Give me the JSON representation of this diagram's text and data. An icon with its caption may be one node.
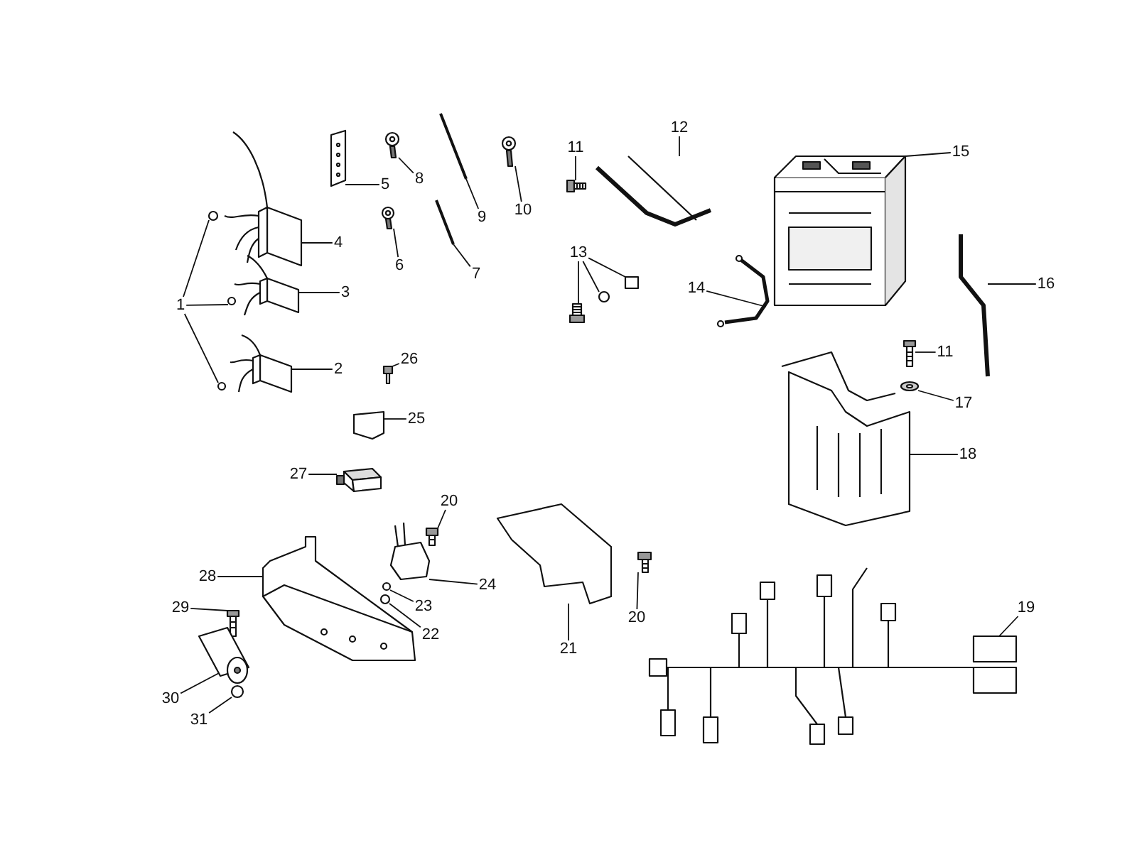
{
  "diagram": {
    "nodes": [
      {
        "text": [
          "1"
        ]
      },
      {
        "text": [
          "2"
        ]
      },
      {
        "text": [
          "3"
        ]
      },
      {
        "text": [
          "4"
        ]
      },
      {
        "text": [
          "5"
        ]
      },
      {
        "text": [
          "6"
        ]
      },
      {
        "text": [
          "7"
        ]
      },
      {
        "text": [
          "8"
        ]
      },
      {
        "text": [
          "9"
        ]
      },
      {
        "text": [
          "10"
        ]
      },
      {
        "text": [
          "11"
        ]
      },
      {
        "text": [
          "12"
        ]
      },
      {
        "text": [
          "13"
        ]
      },
      {
        "text": [
          "14"
        ]
      },
      {
        "text": [
          "15"
        ]
      },
      {
        "text": [
          "16"
        ]
      },
      {
        "text": [
          "11"
        ]
      },
      {
        "text": [
          "17"
        ]
      },
      {
        "text": [
          "18"
        ]
      },
      {
        "text": [
          "19"
        ]
      },
      {
        "text": [
          "20"
        ]
      },
      {
        "text": [
          "21"
        ]
      },
      {
        "text": [
          "20"
        ]
      },
      {
        "text": [
          "22"
        ]
      },
      {
        "text": [
          "23"
        ]
      },
      {
        "text": [
          "24"
        ]
      },
      {
        "text": [
          "25"
        ]
      },
      {
        "text": [
          "26"
        ]
      },
      {
        "text": [
          "27"
        ]
      },
      {
        "text": [
          "28"
        ]
      },
      {
        "text": [
          "29"
        ]
      },
      {
        "text": [
          "30"
        ]
      },
      {
        "text": [
          "31"
        ]
      },
      {
        "text": [],
        "shape": "circle"
      },
      {
        "text": [],
        "shape": "circle"
      },
      {
        "text": [],
        "shape": "circle"
      },
      {
        "text": [],
        "shape": "picture"
      },
      {
        "text": [],
        "shape": "picture"
      },
      {
        "text": [],
        "shape": "picture"
      },
      {
        "text": [],
        "shape": "picture"
      },
      {
        "text": [],
        "shape": "picture"
      },
      {
        "text": [],
        "shape": "picture"
      },
      {
        "text": [],
        "shape": "picture"
      },
      {
        "text": [],
        "shape": "picture"
      },
      {
        "text": [],
        "shape": "picture"
      },
      {
        "text": [],
        "shape": "picture"
      },
      {
        "text": [],
        "shape": "picture"
      },
      {
        "text": [],
        "shape": "picture"
      },
      {
        "text": [],
        "shape": "circle"
      },
      {
        "text": [],
        "shape": "box"
      },
      {
        "text": [],
        "shape": "picture"
      },
      {
        "text": [],
        "shape": "picture"
      },
      {
        "text": [],
        "shape": "picture"
      },
      {
        "text": [],
        "shape": "picture"
      },
      {
        "text": [],
        "shape": "picture"
      },
      {
        "text": [],
        "shape": "picture"
      },
      {
        "text": [],
        "shape": "picture"
      },
      {
        "text": [],
        "shape": "picture"
      },
      {
        "text": [],
        "shape": "picture"
      },
      {
        "text": [],
        "shape": "picture"
      },
      {
        "text": [],
        "shape": "circle"
      },
      {
        "text": [],
        "shape": "circle"
      },
      {
        "text": [],
        "shape": "picture"
      },
      {
        "text": [],
        "shape": "picture"
      },
      {
        "text": [],
        "shape": "picture"
      },
      {
        "text": [],
        "shape": "picture"
      },
      {
        "text": [],
        "shape": "picture"
      },
      {
        "text": [],
        "shape": "picture"
      },
      {
        "text": [],
        "shape": "picture"
      },
      {
        "text": [],
        "shape": "circle"
      }
    ],
    "edges": [
      {
        "from": 0,
        "to": 33,
        "arrow": "none"
      },
      {
        "from": 0,
        "to": 34,
        "arrow": "none"
      },
      {
        "from": 0,
        "to": 35,
        "arrow": "none"
      },
      {
        "from": 1,
        "to": 36,
        "arrow": "none"
      },
      {
        "from": 2,
        "to": 37,
        "arrow": "none"
      },
      {
        "from": 3,
        "to": 38,
        "arrow": "none"
      },
      {
        "from": 4,
        "to": 39,
        "arrow": "none"
      },
      {
        "from": 5,
        "to": 40,
        "arrow": "none"
      },
      {
        "from": 6,
        "to": 41,
        "arrow": "none"
      },
      {
        "from": 7,
        "to": 42,
        "arrow": "none"
      },
      {
        "from": 8,
        "to": 43,
        "arrow": "none"
      },
      {
        "from": 9,
        "to": 44,
        "arrow": "none"
      },
      {
        "from": 10,
        "to": 45,
        "arrow": "none"
      },
      {
        "from": 11,
        "to": 46,
        "arrow": "none"
      },
      {
        "from": 12,
        "to": 47,
        "arrow": "none"
      },
      {
        "from": 12,
        "to": 48,
        "arrow": "none"
      },
      {
        "from": 12,
        "to": 49,
        "arrow": "none"
      },
      {
        "from": 13,
        "to": 50,
        "arrow": "none"
      },
      {
        "from": 14,
        "to": 51,
        "arrow": "none"
      },
      {
        "from": 15,
        "to": 52,
        "arrow": "none"
      },
      {
        "from": 16,
        "to": 53,
        "arrow": "none"
      },
      {
        "from": 17,
        "to": 54,
        "arrow": "none"
      },
      {
        "from": 18,
        "to": 55,
        "arrow": "none"
      },
      {
        "from": 19,
        "to": 56,
        "arrow": "none"
      },
      {
        "from": 20,
        "to": 57,
        "arrow": "none"
      },
      {
        "from": 21,
        "to": 58,
        "arrow": "none"
      },
      {
        "from": 22,
        "to": 59,
        "arrow": "none"
      },
      {
        "from": 23,
        "to": 60,
        "arrow": "none"
      },
      {
        "from": 24,
        "to": 61,
        "arrow": "none"
      },
      {
        "from": 25,
        "to": 62,
        "arrow": "none"
      },
      {
        "from": 26,
        "to": 63,
        "arrow": "none"
      },
      {
        "from": 27,
        "to": 64,
        "arrow": "none"
      },
      {
        "from": 28,
        "to": 65,
        "arrow": "none"
      },
      {
        "from": 29,
        "to": 66,
        "arrow": "none"
      },
      {
        "from": 30,
        "to": 67,
        "arrow": "none"
      },
      {
        "from": 31,
        "to": 68,
        "arrow": "none"
      },
      {
        "from": 32,
        "to": 69,
        "arrow": "none"
      }
    ]
  }
}
